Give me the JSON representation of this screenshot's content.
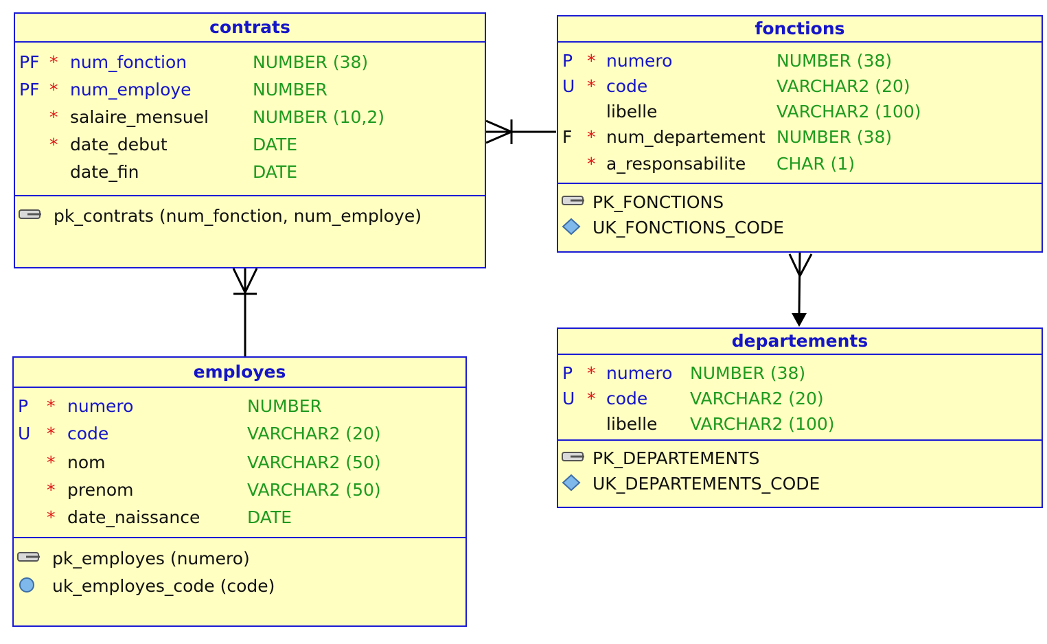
{
  "entities": {
    "contrats": {
      "title": "contrats",
      "columns": [
        {
          "key": "PF",
          "mandatory": "*",
          "name": "num_fonction",
          "type": "NUMBER (38)"
        },
        {
          "key": "PF",
          "mandatory": "*",
          "name": "num_employe",
          "type": "NUMBER"
        },
        {
          "key": "",
          "mandatory": "*",
          "name": "salaire_mensuel",
          "type": "NUMBER (10,2)"
        },
        {
          "key": "",
          "mandatory": "*",
          "name": "date_debut",
          "type": "DATE"
        },
        {
          "key": "",
          "mandatory": "",
          "name": "date_fin",
          "type": "DATE"
        }
      ],
      "indexes": [
        {
          "icon": "key-icon",
          "text": "pk_contrats (num_fonction, num_employe)"
        }
      ]
    },
    "fonctions": {
      "title": "fonctions",
      "columns": [
        {
          "key": "P",
          "mandatory": "*",
          "name": "numero",
          "type": "NUMBER (38)"
        },
        {
          "key": "U",
          "mandatory": "*",
          "name": "code",
          "type": "VARCHAR2 (20)"
        },
        {
          "key": "",
          "mandatory": "",
          "name": "libelle",
          "type": "VARCHAR2 (100)"
        },
        {
          "key": "F",
          "mandatory": "*",
          "name": "num_departement",
          "type": "NUMBER (38)"
        },
        {
          "key": "",
          "mandatory": "*",
          "name": "a_responsabilite",
          "type": "CHAR (1)"
        }
      ],
      "indexes": [
        {
          "icon": "key-icon",
          "text": "PK_FONCTIONS"
        },
        {
          "icon": "diamond-icon",
          "text": "UK_FONCTIONS_CODE"
        }
      ]
    },
    "employes": {
      "title": "employes",
      "columns": [
        {
          "key": "P",
          "mandatory": "*",
          "name": "numero",
          "type": "NUMBER"
        },
        {
          "key": "U",
          "mandatory": "*",
          "name": "code",
          "type": "VARCHAR2 (20)"
        },
        {
          "key": "",
          "mandatory": "*",
          "name": "nom",
          "type": "VARCHAR2 (50)"
        },
        {
          "key": "",
          "mandatory": "*",
          "name": "prenom",
          "type": "VARCHAR2 (50)"
        },
        {
          "key": "",
          "mandatory": "*",
          "name": "date_naissance",
          "type": "DATE"
        }
      ],
      "indexes": [
        {
          "icon": "key-icon",
          "text": "pk_employes (numero)"
        },
        {
          "icon": "diamond-icon",
          "text": "uk_employes_code (code)"
        }
      ]
    },
    "departements": {
      "title": "departements",
      "columns": [
        {
          "key": "P",
          "mandatory": "*",
          "name": "numero",
          "type": "NUMBER (38)"
        },
        {
          "key": "U",
          "mandatory": "*",
          "name": "code",
          "type": "VARCHAR2 (20)"
        },
        {
          "key": "",
          "mandatory": "",
          "name": "libelle",
          "type": "VARCHAR2 (100)"
        }
      ],
      "indexes": [
        {
          "icon": "key-icon",
          "text": "PK_DEPARTEMENTS"
        },
        {
          "icon": "diamond-icon",
          "text": "UK_DEPARTEMENTS_CODE"
        }
      ]
    }
  },
  "colors": {
    "border": "#1a1ad6",
    "background": "#ffffc2",
    "key_text": "#1515c8",
    "mandatory": "#e01616",
    "type_text": "#1f9a1f"
  }
}
